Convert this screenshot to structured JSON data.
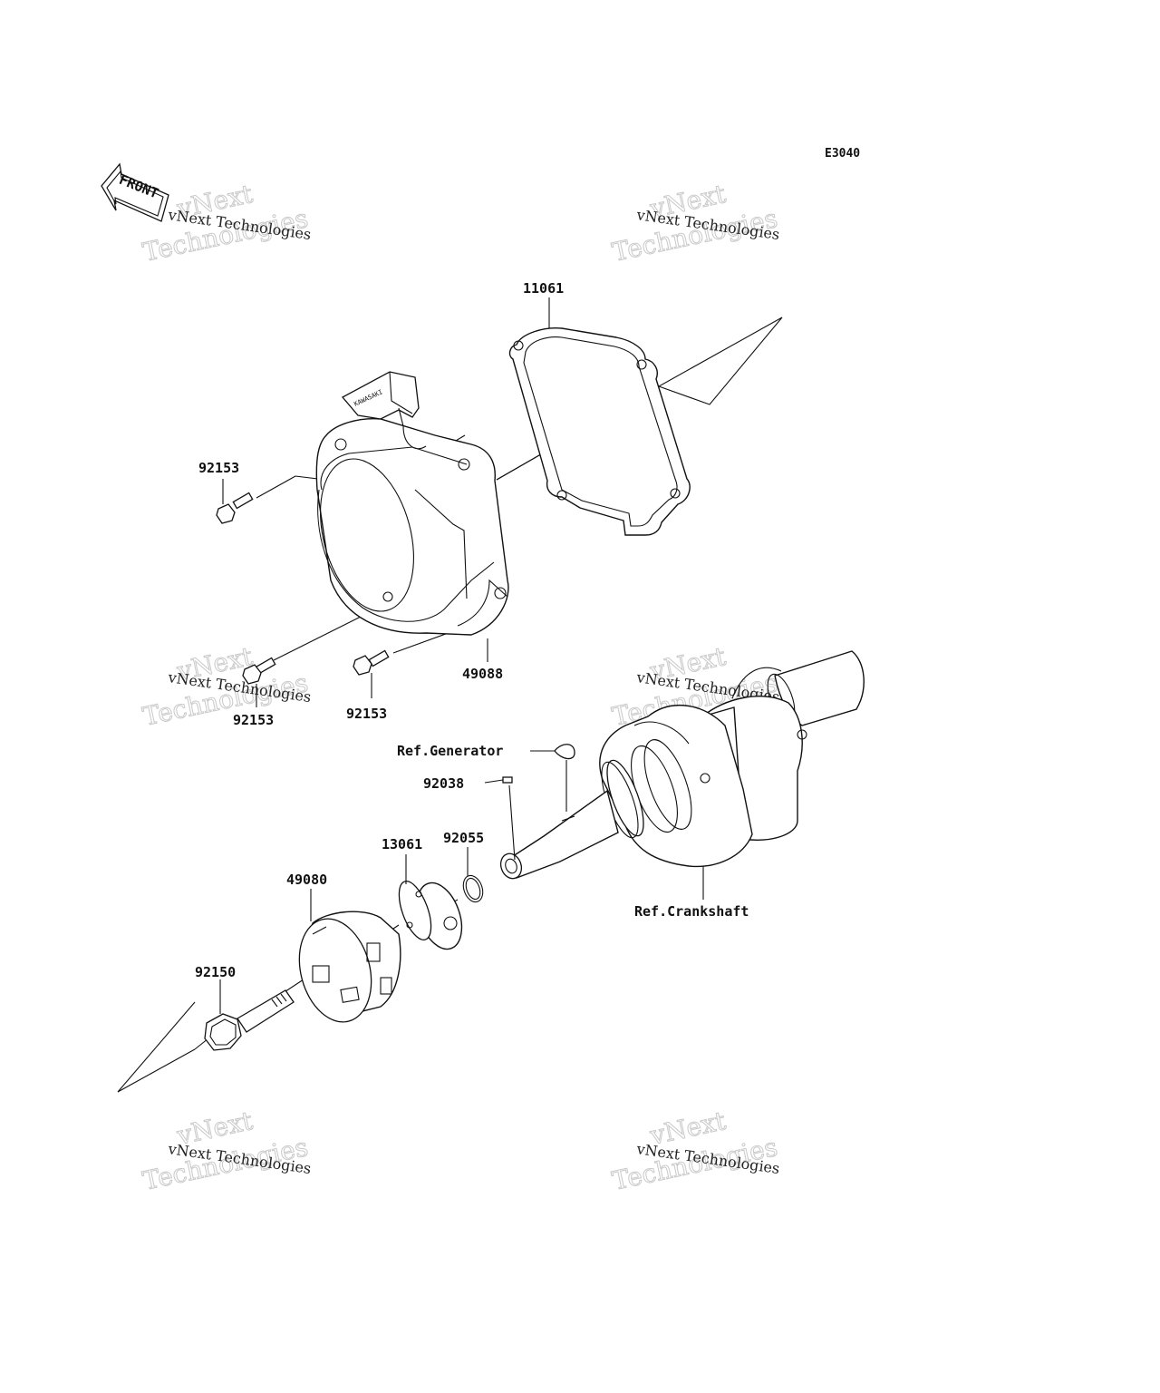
{
  "diagram": {
    "code": "E3040",
    "front_label": "FRONT",
    "watermark": {
      "small": "vNext Technologies",
      "big_top": "vNext",
      "big_bottom": "Technologies"
    },
    "callouts": {
      "gasket": "11061",
      "bolt_top": "92153",
      "bolt_bottom_left": "92153",
      "bolt_bottom_right": "92153",
      "recoil_cover": "49088",
      "ref_generator": "Ref.Generator",
      "key": "92038",
      "collar": "13061",
      "oring": "92055",
      "pulley": "49080",
      "bolt_crank": "92150",
      "ref_crankshaft": "Ref.Crankshaft"
    }
  }
}
